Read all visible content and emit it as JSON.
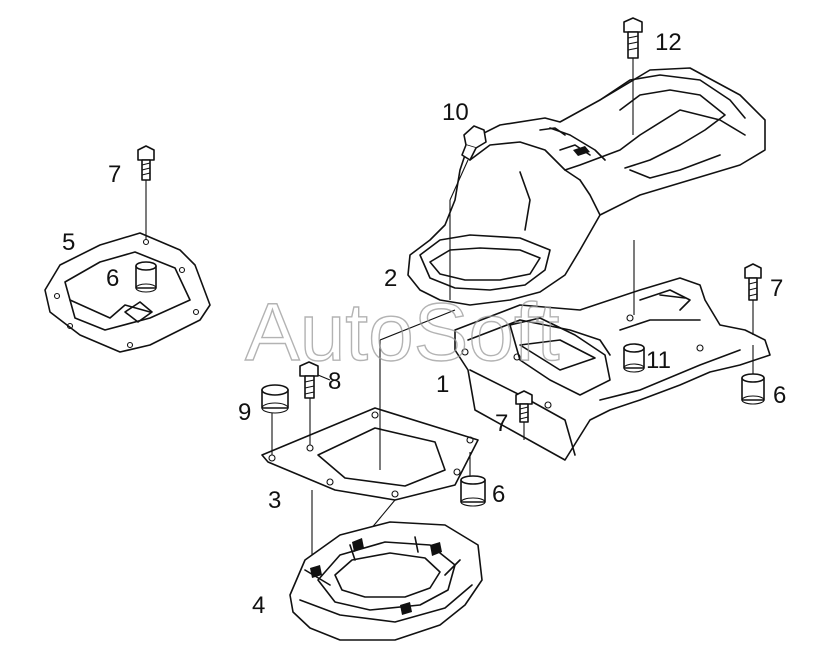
{
  "watermark": "AutoSoft",
  "callouts": {
    "c1": "1",
    "c2": "2",
    "c3": "3",
    "c4": "4",
    "c5": "5",
    "c6a": "6",
    "c6b": "6",
    "c6c": "6",
    "c7a": "7",
    "c7b": "7",
    "c7c": "7",
    "c8": "8",
    "c9": "9",
    "c10": "10",
    "c11": "11",
    "c12": "12"
  }
}
